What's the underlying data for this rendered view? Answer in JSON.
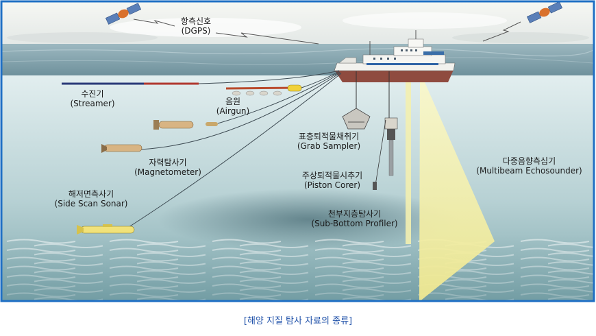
{
  "caption": "[해양 지질 탐사 자료의 종류]",
  "labels": {
    "dgps": {
      "ko": "항측신호",
      "en": "(DGPS)"
    },
    "streamer": {
      "ko": "수진기",
      "en": "(Streamer)"
    },
    "airgun": {
      "ko": "음원",
      "en": "(Airgun)"
    },
    "magnetometer": {
      "ko": "자력탐사기",
      "en": "(Magnetometer)"
    },
    "sidescan": {
      "ko": "해저면측사기",
      "en": "(Side Scan Sonar)"
    },
    "grab": {
      "ko": "표층퇴적물채취기",
      "en": "(Grab Sampler)"
    },
    "piston": {
      "ko": "주상퇴적물시추기",
      "en": "(Piston Corer)"
    },
    "subbottom": {
      "ko": "천부지층탐사기",
      "en": "(Sub-Bottom Profiler)"
    },
    "multibeam": {
      "ko": "다중음향측심기",
      "en": "(Multibeam Echosounder)"
    }
  },
  "colors": {
    "frame": "#1f6fc4",
    "sky": "#eef2f0",
    "sea_surface": "#8aa9b4",
    "water_top": "#dbe9ec",
    "water_bottom": "#7fa8ae",
    "beam": "#f3f0a4",
    "caption": "#1d4fa8"
  }
}
